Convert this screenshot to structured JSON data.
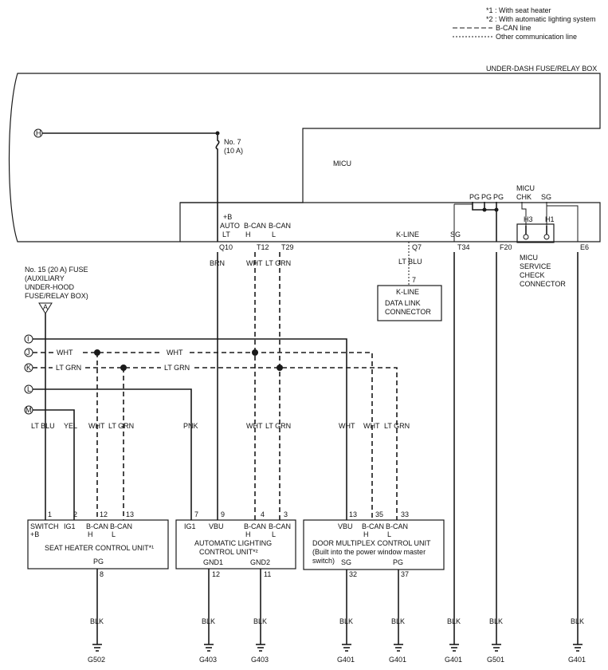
{
  "legend": {
    "note1": "*1 : With seat heater",
    "note2": "*2 : With automatic lighting system",
    "can_line": "B-CAN line",
    "other_line": "Other communication line"
  },
  "fuse_box_title": "UNDER-DASH FUSE/RELAY BOX",
  "micu_title": "MICU",
  "fuse7": {
    "name": "No. 7",
    "rating": "(10 A)"
  },
  "connector_letters": {
    "H": "H",
    "I": "I",
    "J": "J",
    "K": "K",
    "L": "L",
    "M": "M",
    "A": "A"
  },
  "fuse15": {
    "line1": "No. 15 (20 A) FUSE",
    "line2": "(AUXILIARY",
    "line3": "UNDER-HOOD",
    "line4": "FUSE/RELAY BOX)"
  },
  "micu_terminals": {
    "plus_b": "+B",
    "auto": "AUTO",
    "lt": "LT",
    "bcan_a": "B-CAN",
    "bcan_b": "B-CAN",
    "h": "H",
    "l": "L",
    "kline": "K-LINE",
    "sg": "SG",
    "q10": "Q10",
    "t12": "T12",
    "t29": "T29",
    "q7": "Q7",
    "t34": "T34",
    "f20": "F20",
    "e6": "E6",
    "pg1": "PG",
    "pg2": "PG",
    "pg3": "PG",
    "micu_label": "MICU",
    "chk": "CHK",
    "sg_chk": "SG",
    "h3": "H3",
    "h1": "H1"
  },
  "service_connector": {
    "line1": "MICU",
    "line2": "SERVICE",
    "line3": "CHECK",
    "line4": "CONNECTOR"
  },
  "dlc": {
    "pin": "7",
    "kline": "K-LINE",
    "line1": "DATA LINK",
    "line2": "CONNECTOR"
  },
  "wire_colors": {
    "brn": "BRN",
    "wht_top": "WHT",
    "ltgrn_top": "LT GRN",
    "ltblu_top": "LT BLU",
    "j_wht1": "WHT",
    "j_wht2": "WHT",
    "k_ltgrn1": "LT GRN",
    "k_ltgrn2": "LT GRN",
    "ltblu": "LT BLU",
    "yel": "YEL",
    "wht1": "WHT",
    "ltgrn1": "LT GRN",
    "pnk": "PNK",
    "wht2": "WHT",
    "ltgrn2": "LT GRN",
    "wht3": "WHT",
    "wht4": "WHT",
    "ltgrn3": "LT GRN"
  },
  "seat_heater": {
    "pins": [
      "1",
      "2",
      "12",
      "13"
    ],
    "t1a": "SWITCH",
    "t1b": "+B",
    "t2": "IG1",
    "t3a": "B-CAN",
    "t3b": "H",
    "t4a": "B-CAN",
    "t4b": "L",
    "name": "SEAT HEATER CONTROL UNIT*¹",
    "pg": "PG",
    "pg_pin": "8"
  },
  "auto_light": {
    "pins": [
      "7",
      "9",
      "4",
      "3"
    ],
    "t1": "IG1",
    "t2": "VBU",
    "t3a": "B-CAN",
    "t3b": "H",
    "t4a": "B-CAN",
    "t4b": "L",
    "name1": "AUTOMATIC LIGHTING",
    "name2": "CONTROL UNIT*²",
    "gnd1": "GND1",
    "gnd2": "GND2",
    "gnd1_pin": "12",
    "gnd2_pin": "11"
  },
  "door_mpx": {
    "pins": [
      "13",
      "35",
      "33"
    ],
    "t1": "VBU",
    "t2a": "B-CAN",
    "t2b": "H",
    "t3a": "B-CAN",
    "t3b": "L",
    "name1": "DOOR MULTIPLEX CONTROL UNIT",
    "name2": "(Built into the power window master",
    "name3": "switch)",
    "sg": "SG",
    "pg": "PG",
    "sg_pin": "32",
    "pg_pin": "37"
  },
  "grounds": {
    "blk": [
      "BLK",
      "BLK",
      "BLK",
      "BLK",
      "BLK",
      "BLK",
      "BLK",
      "BLK"
    ],
    "names": [
      "G502",
      "G403",
      "G403",
      "G401",
      "G401",
      "G401",
      "G501",
      "G401"
    ]
  }
}
